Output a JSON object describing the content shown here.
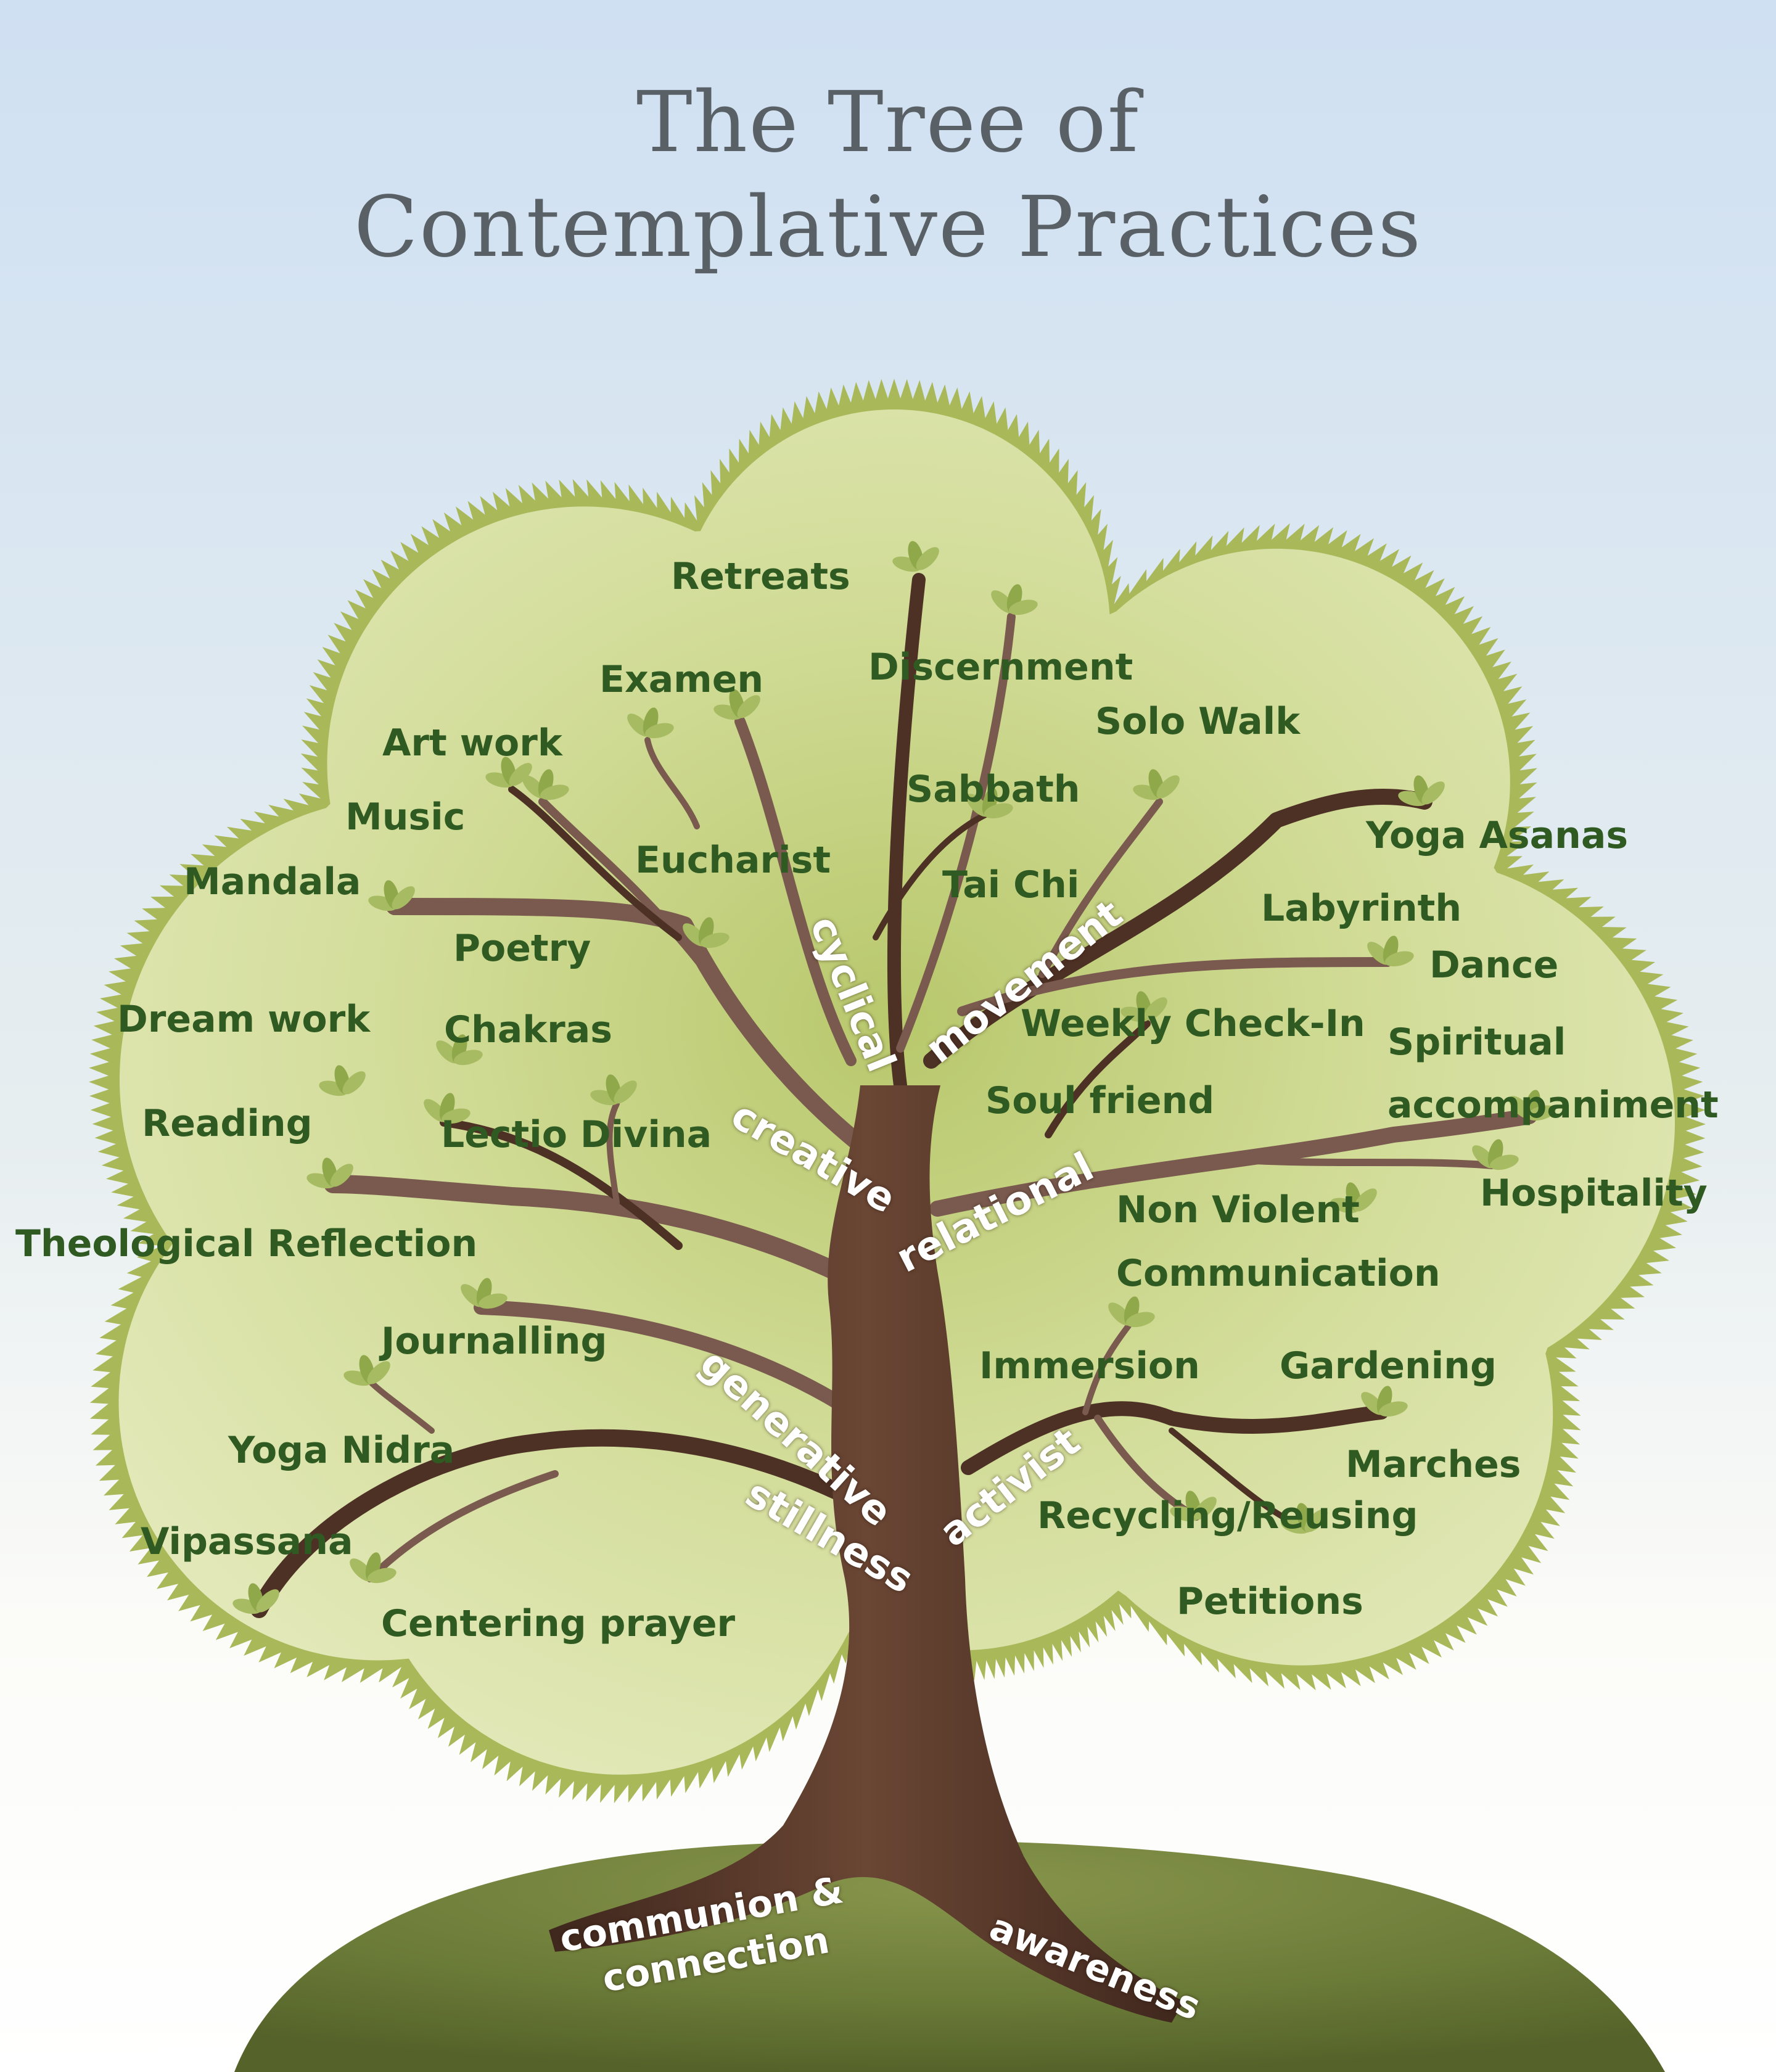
{
  "title": {
    "line1": "The Tree of",
    "line2": "Contemplative Practices"
  },
  "colors": {
    "sky_top": "#cfe0f2",
    "sky_bottom": "#f3f5f2",
    "canopy_edge": "#a9b95a",
    "canopy_fill": "#d9e3a6",
    "canopy_center": "#b6c86a",
    "trunk": "#5a3a2b",
    "trunk_dark": "#3f271d",
    "branch_light": "#9a7f78",
    "hill": "#6f7f3c",
    "leaf": "#8fa84a",
    "practice_text": "#2f5a22",
    "branch_text": "#ffffff"
  },
  "branches": {
    "cyclical": "cyclical",
    "movement": "movement",
    "creative": "creative",
    "relational": "relational",
    "generative": "generative",
    "stillness": "stillness",
    "activist": "activist",
    "communion_1": "communion &",
    "communion_2": "connection",
    "awareness": "awareness"
  },
  "practices": {
    "retreats": "Retreats",
    "examen": "Examen",
    "discernment": "Discernment",
    "solo_walk": "Solo Walk",
    "art_work": "Art work",
    "sabbath": "Sabbath",
    "music": "Music",
    "eucharist": "Eucharist",
    "yoga_asanas": "Yoga Asanas",
    "mandala": "Mandala",
    "tai_chi": "Tai Chi",
    "labyrinth": "Labyrinth",
    "poetry": "Poetry",
    "dance": "Dance",
    "dream_work": "Dream work",
    "chakras": "Chakras",
    "weekly_check_in": "Weekly Check-In",
    "spiritual": "Spiritual",
    "accompaniment": "accompaniment",
    "soul_friend": "Soul friend",
    "reading": "Reading",
    "lectio_divina": "Lectio Divina",
    "hospitality": "Hospitality",
    "non_violent": "Non Violent",
    "theological_reflection": "Theological Reflection",
    "communication": "Communication",
    "journalling": "Journalling",
    "immersion": "Immersion",
    "gardening": "Gardening",
    "yoga_nidra": "Yoga Nidra",
    "marches": "Marches",
    "recycling": "Recycling/Reusing",
    "vipassana": "Vipassana",
    "petitions": "Petitions",
    "centering_prayer": "Centering prayer"
  }
}
